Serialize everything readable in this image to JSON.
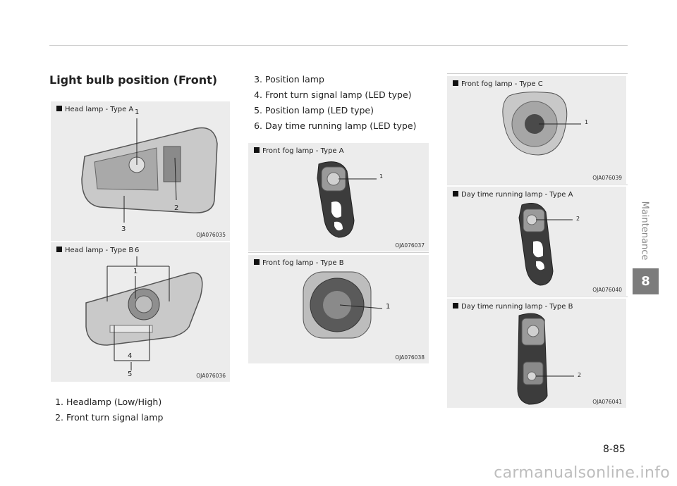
{
  "section_title": "Light bulb position (Front)",
  "panels": {
    "head_a": {
      "label": "Head lamp - Type A",
      "code": "OJA076035",
      "callouts": [
        "1",
        "2",
        "3"
      ]
    },
    "head_b": {
      "label": "Head lamp - Type B",
      "code": "OJA076036",
      "callouts": [
        "6",
        "1",
        "4",
        "5"
      ]
    },
    "fog_a": {
      "label": "Front fog lamp - Type A",
      "code": "OJA076037",
      "callouts": [
        "1"
      ]
    },
    "fog_b": {
      "label": "Front fog lamp - Type B",
      "code": "OJA076038",
      "callouts": [
        "1"
      ]
    },
    "fog_c": {
      "label": "Front fog lamp - Type C",
      "code": "OJA076039",
      "callouts": [
        "1"
      ]
    },
    "drl_a": {
      "label": "Day time running lamp - Type A",
      "code": "OJA076040",
      "callouts": [
        "2"
      ]
    },
    "drl_b": {
      "label": "Day time running lamp - Type B",
      "code": "OJA076041",
      "callouts": [
        "2"
      ]
    }
  },
  "list_left": [
    {
      "num": "1.",
      "text": "Headlamp (Low/High)"
    },
    {
      "num": "2.",
      "text": "Front turn signal lamp"
    }
  ],
  "list_mid": [
    {
      "num": "3.",
      "text": "Position lamp"
    },
    {
      "num": "4.",
      "text": "Front turn signal lamp (LED type)"
    },
    {
      "num": "5.",
      "text": "Position lamp (LED type)"
    },
    {
      "num": "6.",
      "text": "Day time running lamp (LED type)"
    }
  ],
  "sidebar": {
    "section": "Maintenance",
    "chapter": "8"
  },
  "page_number": "8-85",
  "watermark": "carmanualsonline.info"
}
